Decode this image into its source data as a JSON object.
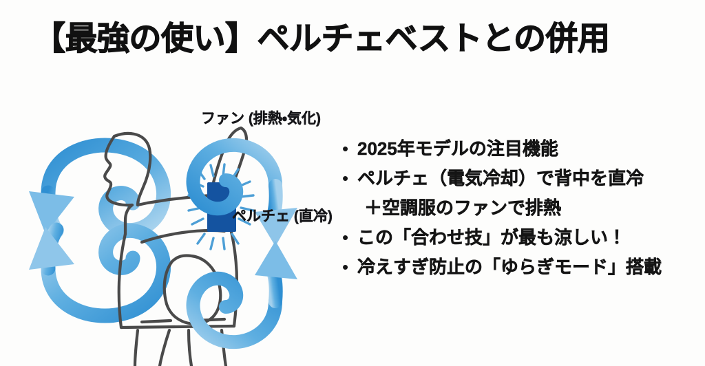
{
  "slide": {
    "title": "【最強の使い】ペルチェベストとの併用",
    "background_color": "#fdfdfc",
    "text_color": "#151515"
  },
  "diagram": {
    "name": "peltier-vest-airflow-diagram",
    "figure_outline_color": "#4a4a4a",
    "airflow_color_dark": "#2d8cd0",
    "airflow_color_light": "#9ecde9",
    "peltier_color": "#1453a0",
    "labels": [
      {
        "id": "fan",
        "text": "ファン (排熱・気化)"
      },
      {
        "id": "peltier",
        "text": "ペルチェ (直冷)"
      }
    ],
    "elements": [
      {
        "name": "person-silhouette"
      },
      {
        "name": "airflow-swirl-upper-left"
      },
      {
        "name": "airflow-swirl-lower-left"
      },
      {
        "name": "airflow-swirl-upper-right"
      },
      {
        "name": "airflow-swirl-lower-right"
      },
      {
        "name": "peltier-module"
      },
      {
        "name": "peltier-cooling-rays"
      }
    ]
  },
  "bullets": [
    {
      "marker": "•",
      "text": "2025年モデルの注目機能",
      "sub": false
    },
    {
      "marker": "•",
      "text": "ペルチェ（電気冷却）で背中を直冷",
      "sub": false
    },
    {
      "marker": "",
      "text": "＋空調服のファンで排熱",
      "sub": true
    },
    {
      "marker": "•",
      "text": "この「合わせ技」が最も涼しい！",
      "sub": false
    },
    {
      "marker": "•",
      "text": "冷えすぎ防止の「ゆらぎモード」搭載",
      "sub": false
    }
  ]
}
